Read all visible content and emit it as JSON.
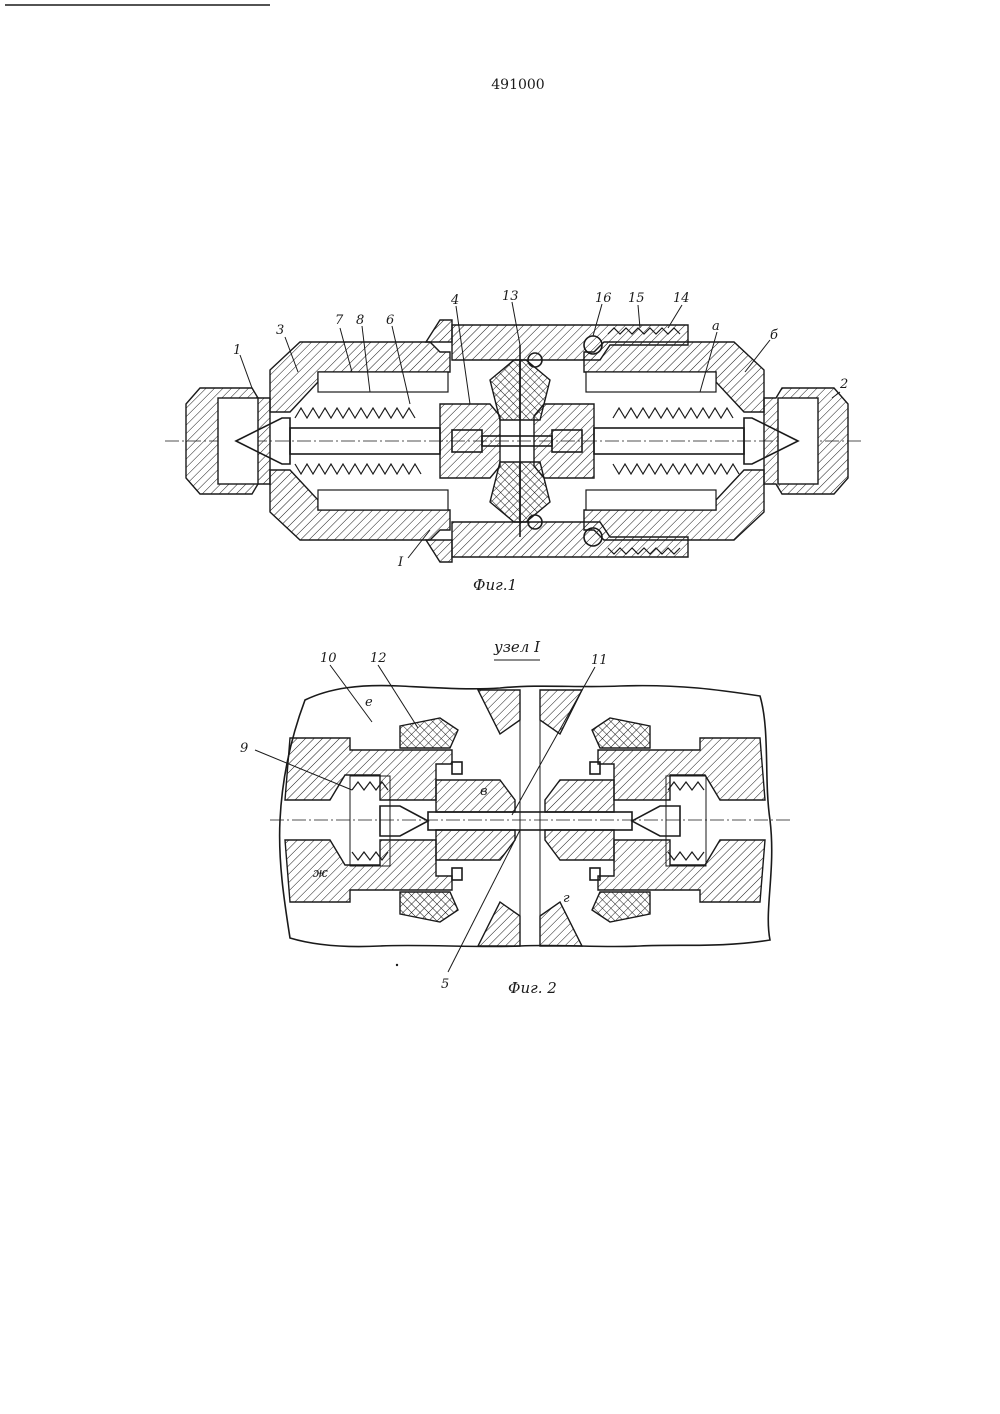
{
  "document": {
    "patent_number": "491000"
  },
  "figure1": {
    "caption": "Фиг.1",
    "labels": {
      "l1": "1",
      "l2": "2",
      "l3": "3",
      "l4": "4",
      "l6": "6",
      "l7": "7",
      "l8": "8",
      "l13": "13",
      "l14": "14",
      "l15": "15",
      "l16": "16",
      "la": "а",
      "lb": "б",
      "lI": "I"
    }
  },
  "figure2": {
    "title": "узел I",
    "caption": "Фиг. 2",
    "labels": {
      "l5": "5",
      "l9": "9",
      "l10": "10",
      "l11": "11",
      "l12": "12",
      "lv": "в",
      "lg": "г",
      "le": "е",
      "lzh": "ж"
    }
  }
}
